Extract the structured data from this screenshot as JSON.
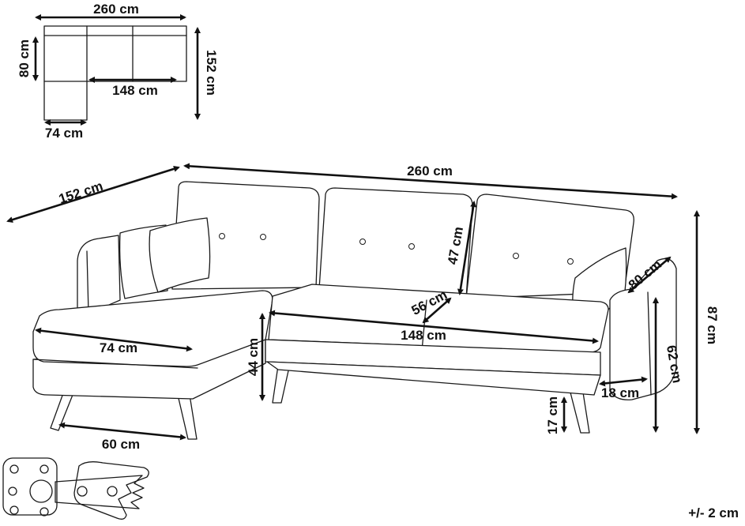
{
  "top_view": {
    "width": "260 cm",
    "depth_left": "80 cm",
    "depth_right": "152 cm",
    "seat_width": "148 cm",
    "chaise_width": "74 cm"
  },
  "perspective": {
    "depth": "152 cm",
    "width": "260 cm",
    "back_height": "47 cm",
    "seat_depth": "56 cm",
    "seat_width": "148 cm",
    "chaise_width": "74 cm",
    "seat_height": "44 cm",
    "leg_span": "60 cm",
    "leg_height": "17 cm",
    "armrest_depth": "80 cm",
    "armrest_height": "62 cm",
    "armrest_width": "18 cm",
    "total_height": "87 cm"
  },
  "tolerance": "+/- 2 cm",
  "colors": {
    "line": "#1a1a1a",
    "background": "#ffffff"
  }
}
